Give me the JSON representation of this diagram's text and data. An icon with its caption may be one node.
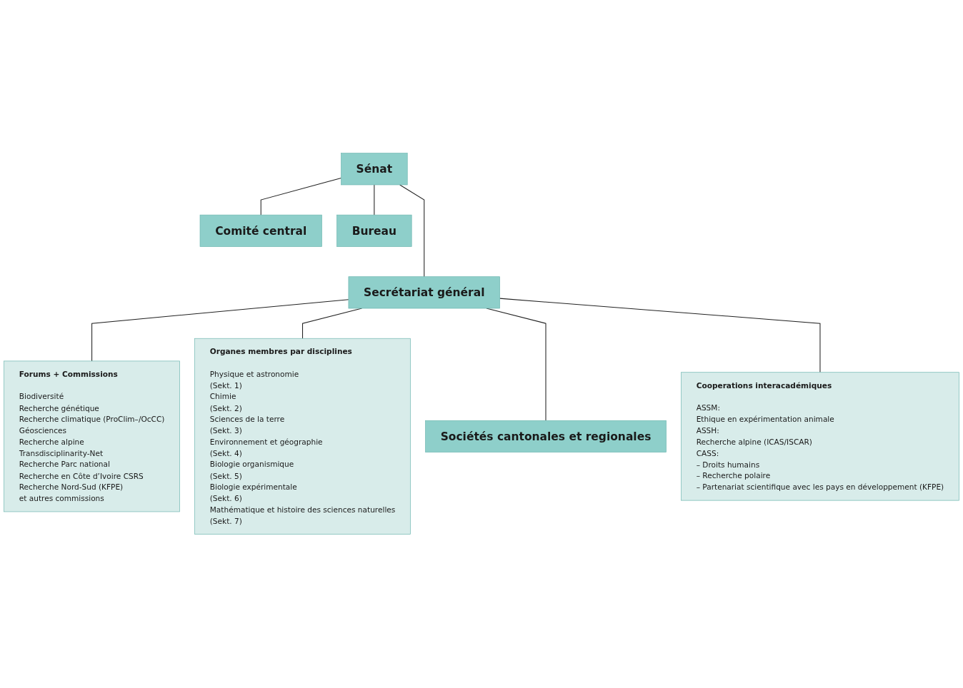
{
  "diagram": {
    "nodes": [
      {
        "text": [
          "Sénat"
        ]
      },
      {
        "text": [
          "Comité central"
        ]
      },
      {
        "text": [
          "Bureau"
        ]
      },
      {
        "text": [
          "Secrétariat général"
        ]
      },
      {
        "text": [
          "Forums + Commissions",
          "Biodiversité",
          "Recherche génétique",
          "Recherche climatique (ProClim–/OcCC)",
          "Géosciences",
          "Recherche alpine",
          "Transdisciplinarity-Net",
          "Recherche Parc national",
          "Recherche en Côte d’Ivoire CSRS",
          "Recherche Nord-Sud (KFPE)",
          "et autres commissions"
        ]
      },
      {
        "text": [
          "Organes membres par disciplines",
          "Physique et astronomie",
          "(Sekt. 1)",
          "Chimie",
          "(Sekt. 2)",
          "Sciences de la terre",
          "(Sekt. 3)",
          "Environnement et géographie",
          "(Sekt. 4)",
          "Biologie organismique",
          "(Sekt. 5)",
          "Biologie expérimentale",
          "(Sekt. 6)",
          "Mathématique et histoire des sciences naturelles",
          "(Sekt. 7)"
        ]
      },
      {
        "text": [
          "Sociétés cantonales et regionales"
        ]
      },
      {
        "text": [
          "Cooperations interacadémiques",
          "ASSM:",
          "Ethique en expérimentation animale",
          "ASSH:",
          "Recherche alpine (ICAS/ISCAR)",
          "CASS:",
          "– Droits humains",
          "– Recherche polaire",
          "– Partenariat scientifique avec les pays en développement (KFPE)"
        ]
      }
    ],
    "edges": [
      {
        "from": 0,
        "to": 1,
        "arrow": "none"
      },
      {
        "from": 0,
        "to": 2,
        "arrow": "none"
      },
      {
        "from": 0,
        "to": 3,
        "arrow": "none"
      },
      {
        "from": 3,
        "to": 4,
        "arrow": "none"
      },
      {
        "from": 3,
        "to": 5,
        "arrow": "none"
      },
      {
        "from": 3,
        "to": 6,
        "arrow": "none"
      },
      {
        "from": 3,
        "to": 7,
        "arrow": "none"
      }
    ]
  }
}
